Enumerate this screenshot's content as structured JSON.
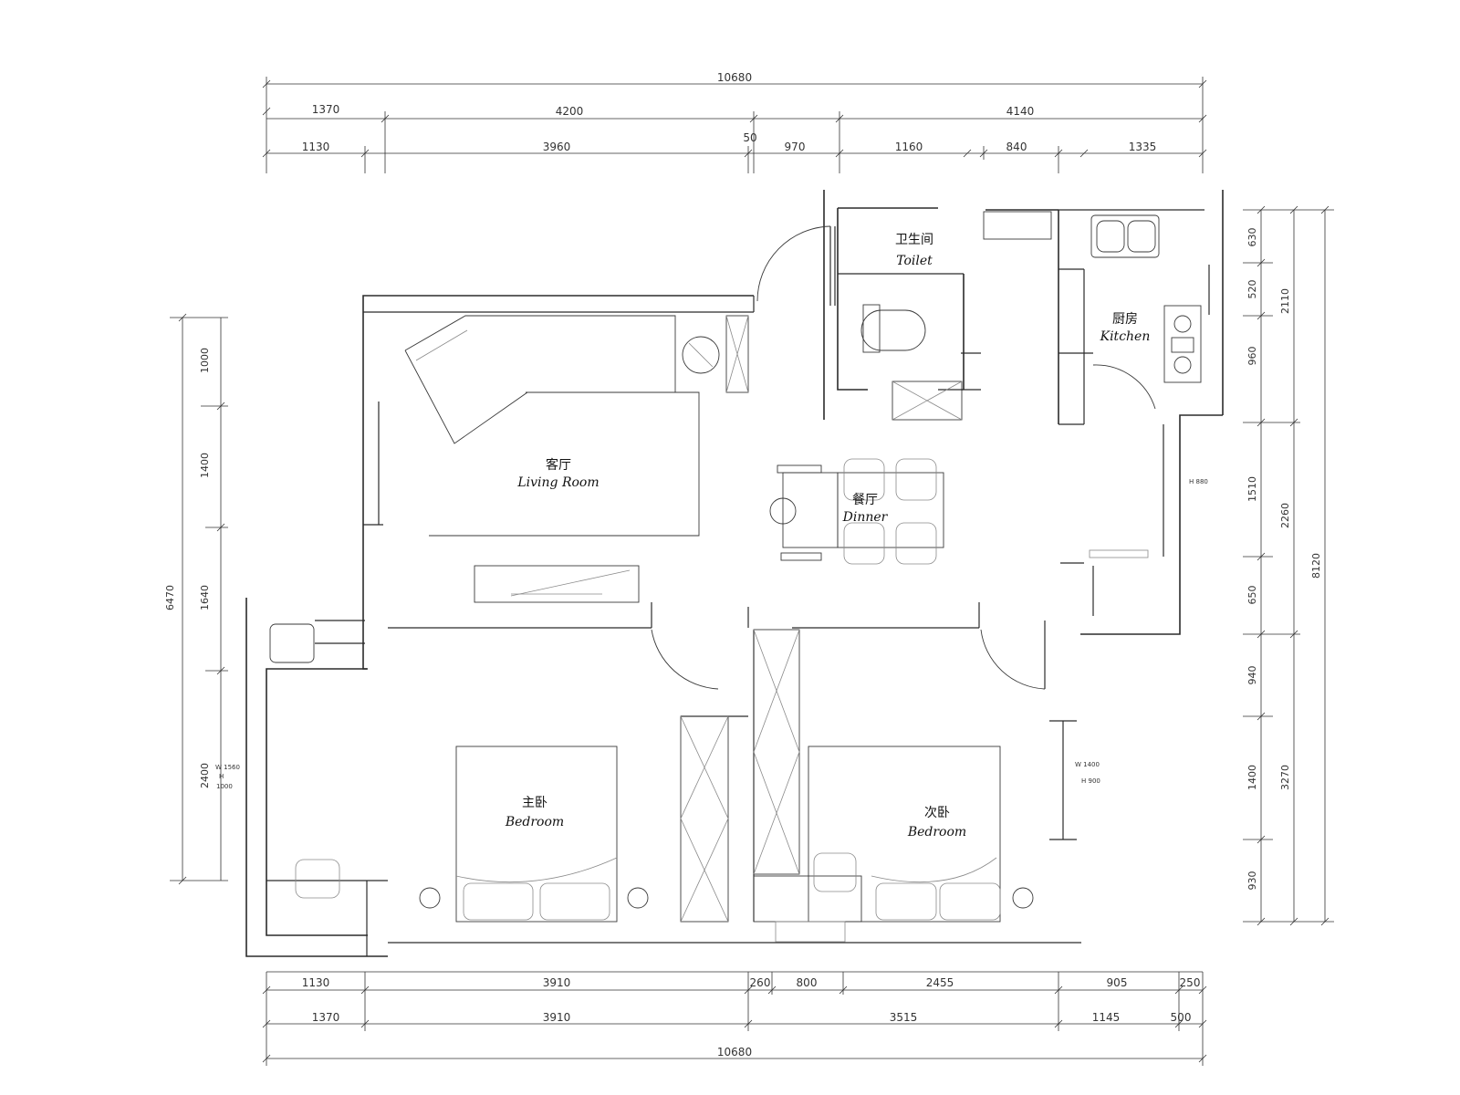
{
  "rooms": {
    "toilet_zh": "卫生间",
    "toilet_en": "Toilet",
    "kitchen_zh": "厨房",
    "kitchen_en": "Kitchen",
    "living_zh": "客厅",
    "living_en": "Living Room",
    "dinner_zh": "餐厅",
    "dinner_en": "Dinner",
    "master_zh": "主卧",
    "master_en": "Bedroom",
    "second_zh": "次卧",
    "second_en": "Bedroom"
  },
  "dims_top": {
    "total": "10680",
    "row2": [
      "1370",
      "4200",
      "4140"
    ],
    "row3": [
      "1130",
      "3960",
      "50",
      "970",
      "1160",
      "840",
      "1335"
    ]
  },
  "dims_bottom": {
    "row1": [
      "1130",
      "3910",
      "260",
      "800",
      "2455",
      "905",
      "250"
    ],
    "row2": [
      "1370",
      "3910",
      "3515",
      "1145",
      "500"
    ],
    "total": "10680"
  },
  "dims_left": {
    "inner": [
      "1000",
      "1400",
      "1640",
      "2400"
    ],
    "total": "6470"
  },
  "dims_right": {
    "inner": [
      "630",
      "520",
      "960",
      "1510",
      "650",
      "940",
      "1400",
      "930"
    ],
    "mid": [
      "2110",
      "2260",
      "3270"
    ],
    "total": "8120"
  },
  "notes": {
    "kitchen_window": "H 880",
    "second_window_a": "W 1400",
    "second_window_b": "H 900",
    "master_window_a": "W 1560",
    "master_window_b": "H",
    "master_window_c": "1000"
  }
}
